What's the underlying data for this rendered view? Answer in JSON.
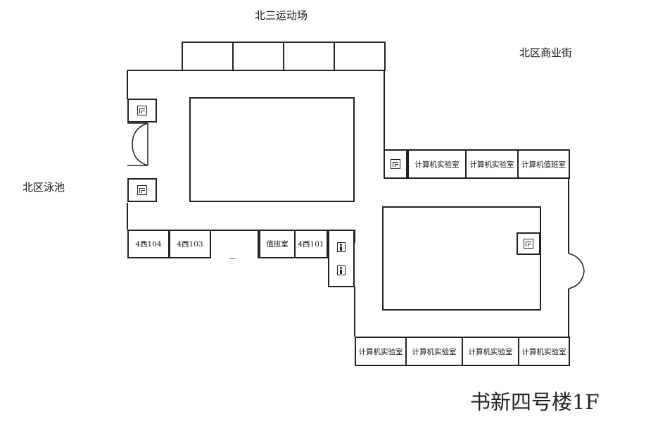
{
  "surroundings": {
    "north_stadium": "北三运动场",
    "north_street": "北区商业街",
    "north_pool": "北区泳池"
  },
  "rooms": {
    "west_104": "4西104",
    "west_103": "4西103",
    "duty_room": "值班室",
    "west_101": "4西101",
    "lab_top_1": "计算机实验室",
    "lab_top_2": "计算机实验室",
    "duty_top": "计算机值班室",
    "lab_bottom_1": "计算机实验室",
    "lab_bottom_2": "计算机实验室",
    "lab_bottom_3": "计算机实验室",
    "lab_bottom_4": "计算机实验室"
  },
  "title": "书新四号楼1F",
  "icons": [
    "stairs-icon",
    "toilet-icon",
    "door-icon"
  ]
}
